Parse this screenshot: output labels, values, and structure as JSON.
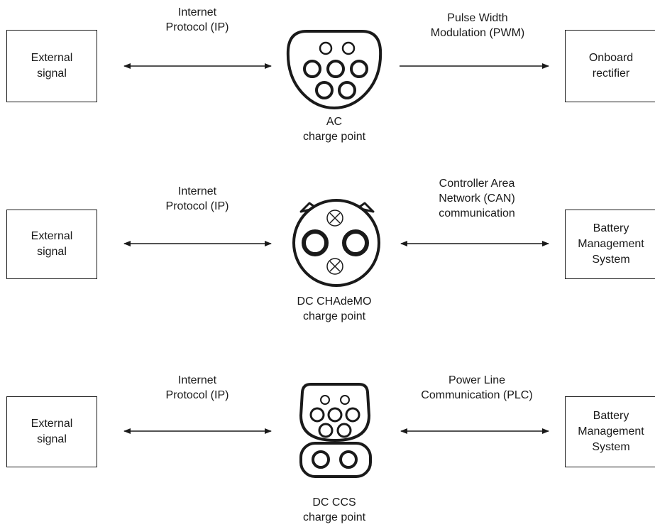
{
  "rows": [
    {
      "left_box": [
        "External",
        "signal"
      ],
      "left_link": [
        "Internet",
        "Protocol (IP)"
      ],
      "connector": [
        "AC",
        "charge point"
      ],
      "right_link": [
        "Pulse Width",
        "Modulation (PWM)"
      ],
      "right_box": [
        "Onboard",
        "rectifier"
      ]
    },
    {
      "left_box": [
        "External",
        "signal"
      ],
      "left_link": [
        "Internet",
        "Protocol (IP)"
      ],
      "connector": [
        "DC CHAdeMO",
        "charge point"
      ],
      "right_link": [
        "Controller Area",
        "Network (CAN)",
        "communication"
      ],
      "right_box": [
        "Battery",
        "Management",
        "System"
      ]
    },
    {
      "left_box": [
        "External",
        "signal"
      ],
      "left_link": [
        "Internet",
        "Protocol (IP)"
      ],
      "connector": [
        "DC CCS",
        "charge point"
      ],
      "right_link": [
        "Power Line",
        "Communication (PLC)"
      ],
      "right_box": [
        "Battery",
        "Management",
        "System"
      ]
    }
  ],
  "icons": [
    "ac-type2-connector-icon",
    "chademo-connector-icon",
    "ccs-connector-icon"
  ]
}
